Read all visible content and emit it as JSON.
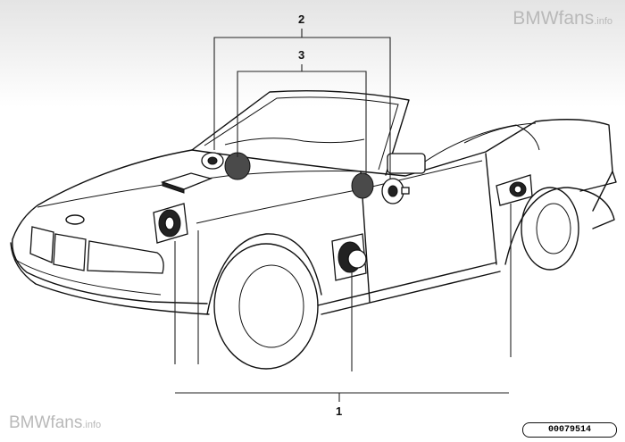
{
  "watermark": {
    "top_brand": "BMWfans",
    "top_suffix": ".info",
    "bottom_brand": "BMWfans",
    "bottom_suffix": ".info"
  },
  "callouts": {
    "label_2": "2",
    "label_3": "3",
    "label_1": "1"
  },
  "document_number": "00079514"
}
